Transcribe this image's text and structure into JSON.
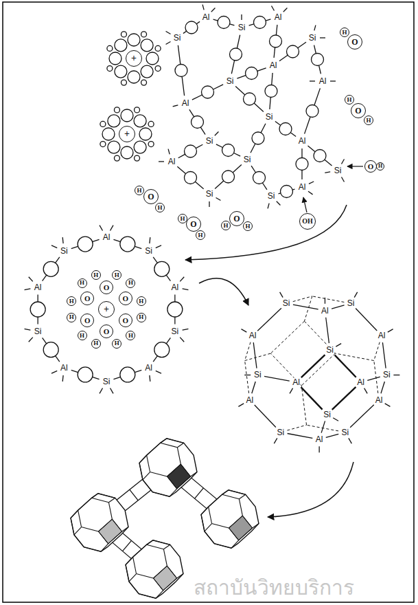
{
  "diagram": {
    "nodes": [
      {
        "text": [
          "+"
        ]
      },
      {
        "text": [
          "H"
        ]
      },
      {
        "text": [
          "O"
        ]
      },
      {
        "text": [
          "+"
        ]
      },
      {
        "text": [
          "H"
        ]
      },
      {
        "text": [
          "O"
        ]
      },
      {
        "text": [
          "H"
        ]
      },
      {
        "text": [
          "O"
        ]
      },
      {
        "text": [
          "H"
        ]
      },
      {
        "text": [
          "O"
        ]
      },
      {
        "text": [
          "H"
        ]
      },
      {
        "text": [
          "H"
        ]
      },
      {
        "text": [
          "O"
        ]
      },
      {
        "text": [
          "H"
        ]
      },
      {
        "text": [
          "H"
        ]
      },
      {
        "text": [
          "OH"
        ]
      },
      {
        "text": [
          "O"
        ]
      },
      {
        "text": [
          "H"
        ]
      },
      {
        "text": [
          "H"
        ]
      },
      {
        "text": [
          "+"
        ]
      },
      {
        "text": [
          "O"
        ]
      },
      {
        "text": [
          "H"
        ]
      },
      {
        "text": [
          "H"
        ]
      },
      {
        "text": [
          "O"
        ]
      },
      {
        "text": [
          "H"
        ]
      },
      {
        "text": [
          "H"
        ]
      },
      {
        "text": [
          "O"
        ]
      },
      {
        "text": [
          "H"
        ]
      },
      {
        "text": [
          "H"
        ]
      },
      {
        "text": [
          "O"
        ]
      },
      {
        "text": [
          "H"
        ]
      },
      {
        "text": [
          "H"
        ]
      },
      {
        "text": [
          "O"
        ]
      },
      {
        "text": [
          "H"
        ]
      },
      {
        "text": [
          "H"
        ]
      },
      {
        "text": [
          "O"
        ]
      },
      {
        "text": [
          "H"
        ]
      },
      {
        "text": [
          "H"
        ]
      }
    ],
    "labels": [
      "Al",
      "Si",
      "Al",
      "Si",
      "Si",
      "Al",
      "Si",
      "Al",
      "Al",
      "Si",
      "Si",
      "Al",
      "Si",
      "Al",
      "Si",
      "Al",
      "Si",
      "Si",
      "Al",
      "Si",
      "Al",
      "Si",
      "Al",
      "Si",
      "Al",
      "Si",
      "Al",
      "Si",
      "Si",
      "Al",
      "Si",
      "Al",
      "Al",
      "Si",
      "Al",
      "Si",
      "Si",
      "Al",
      "Si",
      "Al",
      "Si",
      "Al",
      "Si",
      "Al",
      "สถาบันวิทยบริการ"
    ]
  }
}
